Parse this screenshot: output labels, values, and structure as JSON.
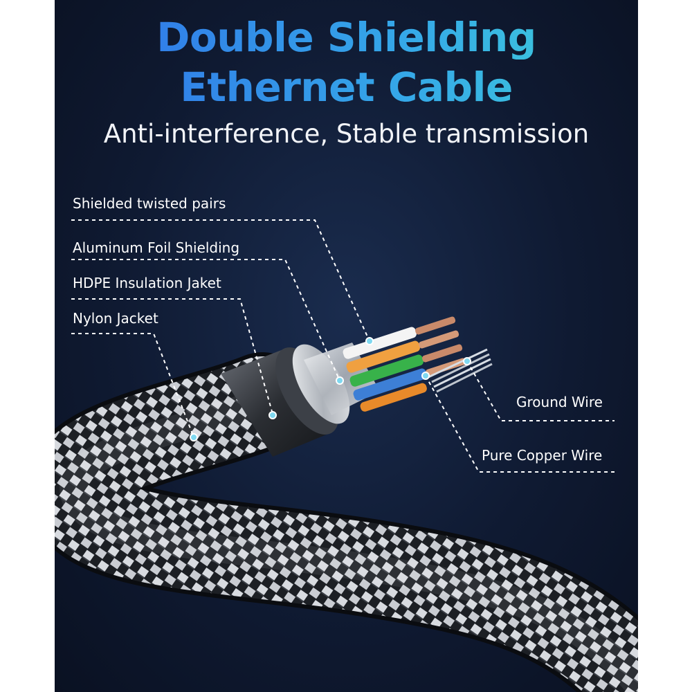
{
  "header": {
    "title_line1": "Double Shielding",
    "title_line2": "Ethernet Cable",
    "subtitle": "Anti-interference, Stable transmission"
  },
  "labels": {
    "shielded_twisted_pairs": "Shielded twisted pairs",
    "aluminum_foil": "Aluminum Foil Shielding",
    "hdpe_jacket": "HDPE Insulation Jaket",
    "nylon_jacket": "Nylon Jacket",
    "ground_wire": "Ground Wire",
    "pure_copper_wire": "Pure Copper Wire"
  },
  "colors": {
    "background": "#0f1a32",
    "title_gradient_start": "#2f6fe8",
    "title_gradient_end": "#3fd0d8",
    "label_text": "#ffffff",
    "callout_dot": "#7fd8f0"
  }
}
